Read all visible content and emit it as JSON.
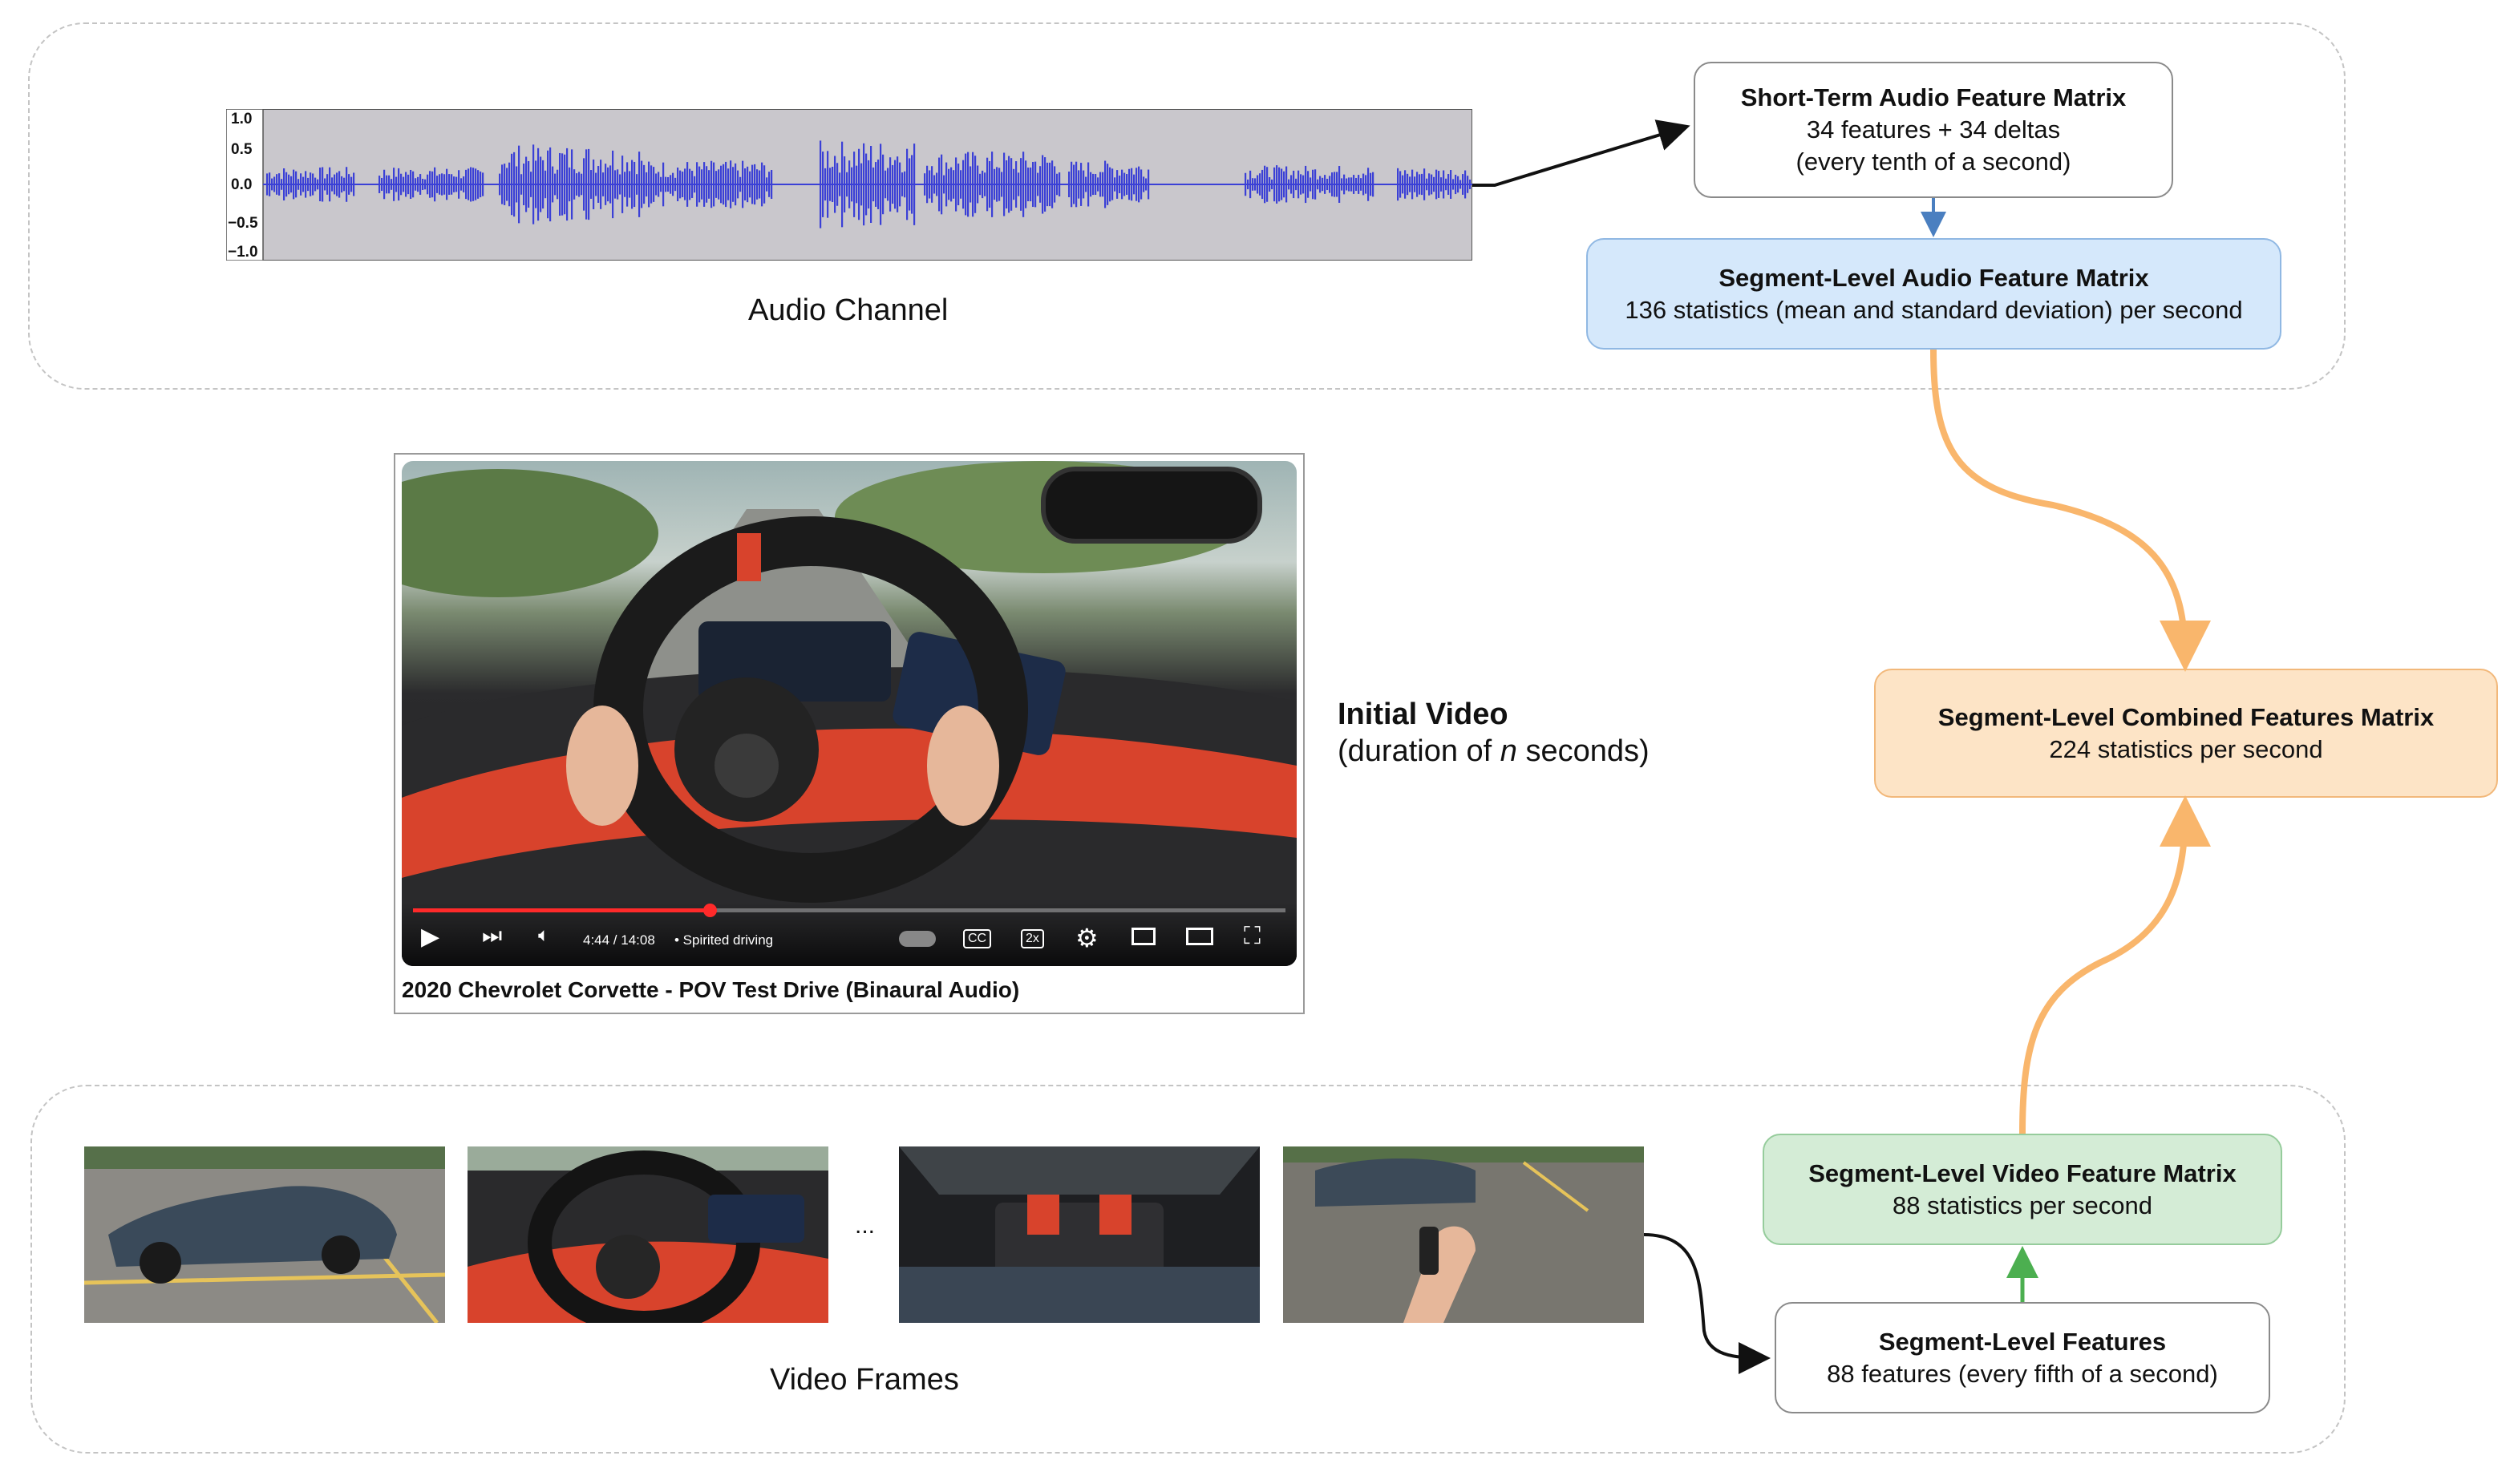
{
  "audio_section": {
    "label": "Audio Channel",
    "waveform": {
      "y_ticks": [
        "1.0",
        "0.5",
        "0.0",
        "−0.5",
        "−1.0"
      ],
      "color": "#3b40d6"
    }
  },
  "boxes": {
    "short_term_audio": {
      "title": "Short-Term Audio Feature Matrix",
      "line1": "34 features + 34 deltas",
      "line2": "(every tenth of a second)"
    },
    "segment_audio": {
      "title": "Segment-Level Audio Feature Matrix",
      "line1": "136 statistics (mean and standard deviation) per second"
    },
    "combined": {
      "title": "Segment-Level Combined Features Matrix",
      "line1": "224 statistics per second"
    },
    "segment_video": {
      "title": "Segment-Level Video Feature Matrix",
      "line1": "88 statistics per second"
    },
    "segment_features": {
      "title": "Segment-Level Features",
      "line1": "88 features (every fifth of a second)"
    }
  },
  "video": {
    "heading": "Initial Video",
    "subtitle_prefix": "(duration of ",
    "subtitle_var": "n",
    "subtitle_suffix": " seconds)",
    "caption": "2020 Chevrolet Corvette - POV Test Drive (Binaural Audio)",
    "player": {
      "time": "4:44 / 14:08",
      "chapter": "• Spirited driving",
      "speed": "2x",
      "cc": "CC"
    }
  },
  "frames_section": {
    "label": "Video Frames",
    "ellipsis": "..."
  },
  "colors": {
    "arrow_orange": "#f9b66c",
    "arrow_blue": "#4a7fc0",
    "arrow_green": "#4caf50",
    "arrow_black": "#111111"
  }
}
